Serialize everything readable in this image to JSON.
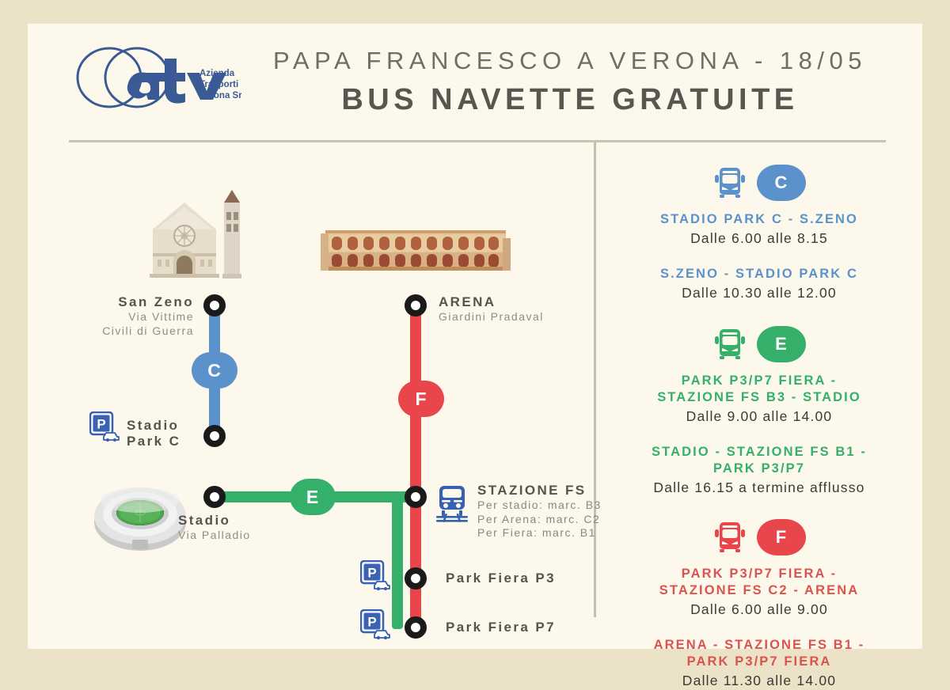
{
  "header": {
    "logo_name": "ATV",
    "logo_tagline_line1": "Azienda",
    "logo_tagline_line2": "Trasporti",
    "logo_tagline_line3": "Verona Srl",
    "title_main": "PAPA FRANCESCO A VERONA - 18/05",
    "title_sub": "BUS NAVETTE GRATUITE"
  },
  "colors": {
    "blue": "#5b92cc",
    "green": "#34b06a",
    "red": "#e8464a",
    "page_bg": "#fcf8ec",
    "frame_bg": "#ece2c8",
    "title_grey": "#6e6e64",
    "label_grey": "#54544d",
    "sublabel_grey": "#908d82",
    "node_ring": "#1a1a1a",
    "parking_blue": "#3660b0",
    "divider": "#c4c0b0"
  },
  "map": {
    "stops": [
      {
        "id": "san-zeno",
        "name": "San Zeno",
        "sub_lines": [
          "Via Vittime",
          "Civili di Guerra"
        ],
        "illustration": "basilica-san-zeno"
      },
      {
        "id": "stadio-park-c",
        "name_lines": [
          "Stadio",
          "Park C"
        ],
        "icon": "parking-icon"
      },
      {
        "id": "arena",
        "name": "ARENA",
        "sub_lines": [
          "Giardini Pradaval"
        ],
        "illustration": "arena-di-verona"
      },
      {
        "id": "stadio",
        "name": "Stadio",
        "sub_lines": [
          "Via Palladio"
        ],
        "illustration": "stadio-bentegodi"
      },
      {
        "id": "stazione-fs",
        "name": "STAZIONE FS",
        "sub_lines": [
          "Per stadio: marc. B3",
          "Per Arena: marc. C2",
          "Per Fiera: marc. B1"
        ],
        "icon": "train-icon"
      },
      {
        "id": "park-fiera-p3",
        "name": "Park Fiera P3",
        "icon": "parking-icon"
      },
      {
        "id": "park-fiera-p7",
        "name": "Park Fiera P7",
        "icon": "parking-icon"
      }
    ],
    "line_badges": [
      {
        "id": "badge-c",
        "label": "C",
        "color": "#5b92cc"
      },
      {
        "id": "badge-e",
        "label": "E",
        "color": "#34b06a"
      },
      {
        "id": "badge-f",
        "label": "F",
        "color": "#e8464a"
      }
    ]
  },
  "routes": [
    {
      "id": "route-c",
      "line": "C",
      "color": "#5b92cc",
      "bus_icon": "bus-front-icon",
      "directions": [
        {
          "title_lines": [
            "STADIO PARK C - S.ZENO"
          ],
          "time": "Dalle 6.00 alle 8.15"
        },
        {
          "title_lines": [
            "S.ZENO - STADIO PARK C"
          ],
          "time": "Dalle 10.30 alle 12.00"
        }
      ]
    },
    {
      "id": "route-e",
      "line": "E",
      "color": "#34b06a",
      "bus_icon": "bus-front-icon",
      "directions": [
        {
          "title_lines": [
            "PARK P3/P7  FIERA -",
            "STAZIONE FS B3 - STADIO"
          ],
          "time": "Dalle 9.00 alle 14.00"
        },
        {
          "title_lines": [
            "STADIO - STAZIONE FS B1 -",
            "PARK P3/P7"
          ],
          "time": "Dalle 16.15 a termine afflusso"
        }
      ]
    },
    {
      "id": "route-f",
      "line": "F",
      "color": "#e8464a",
      "bus_icon": "bus-front-icon",
      "directions": [
        {
          "title_lines": [
            "PARK P3/P7 FIERA -",
            "STAZIONE FS C2 - ARENA"
          ],
          "time": "Dalle 6.00 alle 9.00"
        },
        {
          "title_lines": [
            "ARENA - STAZIONE FS B1 -",
            "PARK P3/P7 FIERA"
          ],
          "time": "Dalle 11.30 alle 14.00"
        }
      ]
    }
  ]
}
